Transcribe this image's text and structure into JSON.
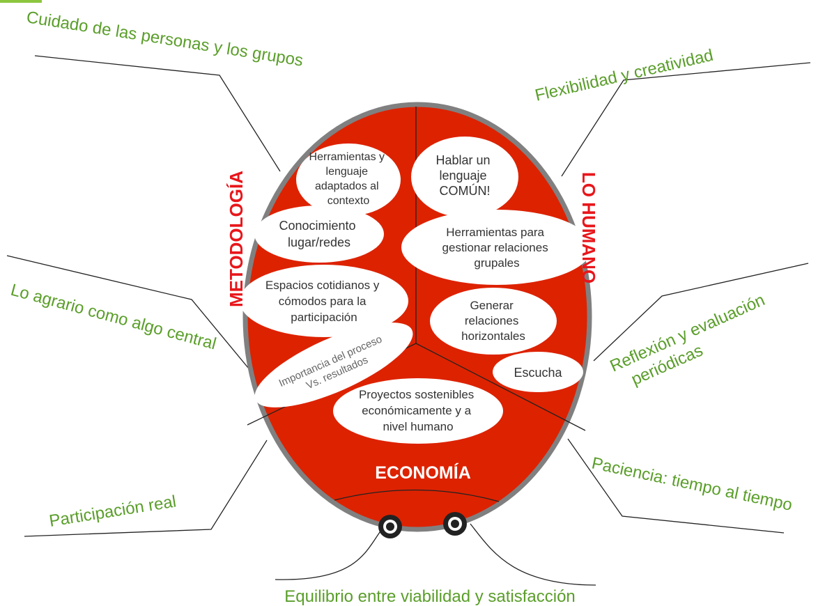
{
  "colors": {
    "body_fill": "#dd2200",
    "body_rim": "#808080",
    "legend_text": "#5a9e2a",
    "axis_label_red": "#e8161b",
    "axis_label_white": "#ffffff",
    "bubble_fill": "#ffffff",
    "bubble_text": "#333333",
    "accent_corner": "#8cc63f"
  },
  "diagram": {
    "axis_labels": {
      "methodology": "METODOLOGÍA",
      "human": "LO HUMANO",
      "economy": "ECONOMÍA"
    },
    "bubbles": {
      "tools_language": [
        "Herramientas y",
        "lenguaje",
        "adaptados al",
        "contexto"
      ],
      "common_language": [
        "Hablar un",
        "lenguaje",
        "COMÚN!"
      ],
      "knowledge": [
        "Conocimiento",
        "lugar/redes"
      ],
      "group_tools": [
        "Herramientas para",
        "gestionar relaciones",
        "grupales"
      ],
      "spaces": [
        "Espacios cotidianos y",
        "cómodos para la",
        "participación"
      ],
      "horizontal": [
        "Generar",
        "relaciones",
        "horizontales"
      ],
      "process": [
        "Importancia del proceso",
        "Vs. resultados"
      ],
      "listen": [
        "Escucha"
      ],
      "projects": [
        "Proyectos sostenibles",
        "económicamente y a",
        "nivel humano"
      ]
    },
    "legs": {
      "care": "Cuidado de las personas y los grupos",
      "flex": "Flexibilidad y creatividad",
      "agrarian": "Lo agrario como algo central",
      "reflection": [
        "Reflexión y evaluación",
        "periódicas"
      ],
      "participation": "Participación real",
      "patience": "Paciencia: tiempo al tiempo",
      "balance": "Equilibrio entre viabilidad y satisfacción"
    },
    "icons": {
      "left_eye": "eye-icon",
      "right_eye": "eye-icon"
    }
  }
}
